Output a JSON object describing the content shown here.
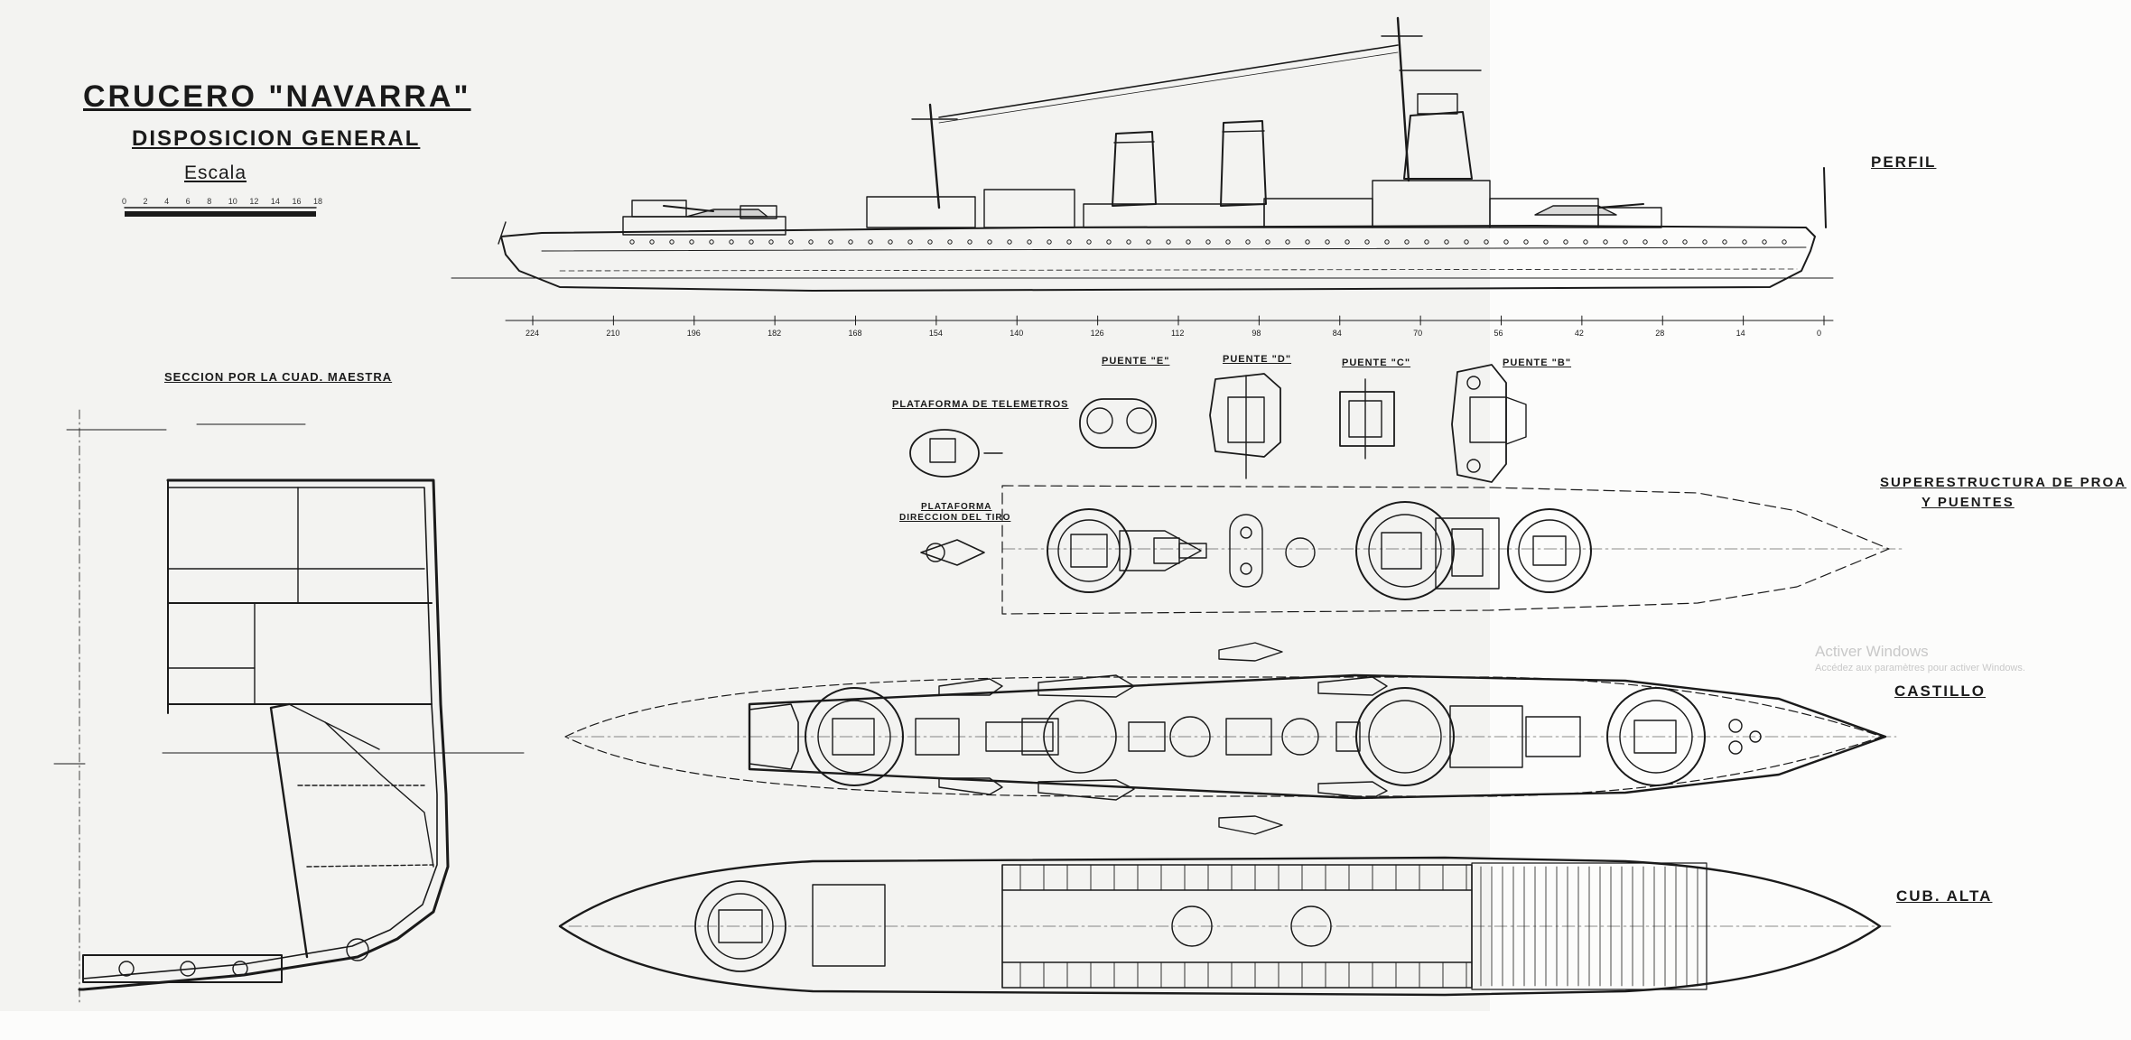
{
  "title": {
    "ship": "CRUCERO \"NAVARRA\"",
    "subtitle": "DISPOSICION GENERAL",
    "scale_label": "Escala",
    "scale_ticks": [
      "0",
      "2",
      "4",
      "6",
      "8",
      "10",
      "12",
      "14",
      "16",
      "18"
    ]
  },
  "views": {
    "profile": "PERFIL",
    "superstructure_line1": "SUPERESTRUCTURA DE PROA",
    "superstructure_line2": "Y PUENTES",
    "forecastle": "CASTILLO",
    "upper_deck": "CUB. ALTA"
  },
  "section": {
    "title": "SECCION POR LA CUAD. MAESTRA"
  },
  "bridges": {
    "e": "PUENTE \"E\"",
    "d": "PUENTE \"D\"",
    "c": "PUENTE \"C\"",
    "b": "PUENTE \"B\"",
    "rangefinder": "PLATAFORMA DE TELEMETROS",
    "fire_control_line1": "PLATAFORMA",
    "fire_control_line2": "DIRECCION DEL TIRO"
  },
  "frame_numbers": [
    "224",
    "210",
    "196",
    "182",
    "168",
    "154",
    "140",
    "126",
    "112",
    "98",
    "84",
    "70",
    "56",
    "42",
    "28",
    "14",
    "0"
  ],
  "watermark": {
    "line1": "Activer Windows",
    "line2": "Accédez aux paramètres pour activer Windows."
  },
  "colors": {
    "ink": "#1a1a1a",
    "paper": "#f3f3f1",
    "paper_white": "#fcfcfb"
  }
}
